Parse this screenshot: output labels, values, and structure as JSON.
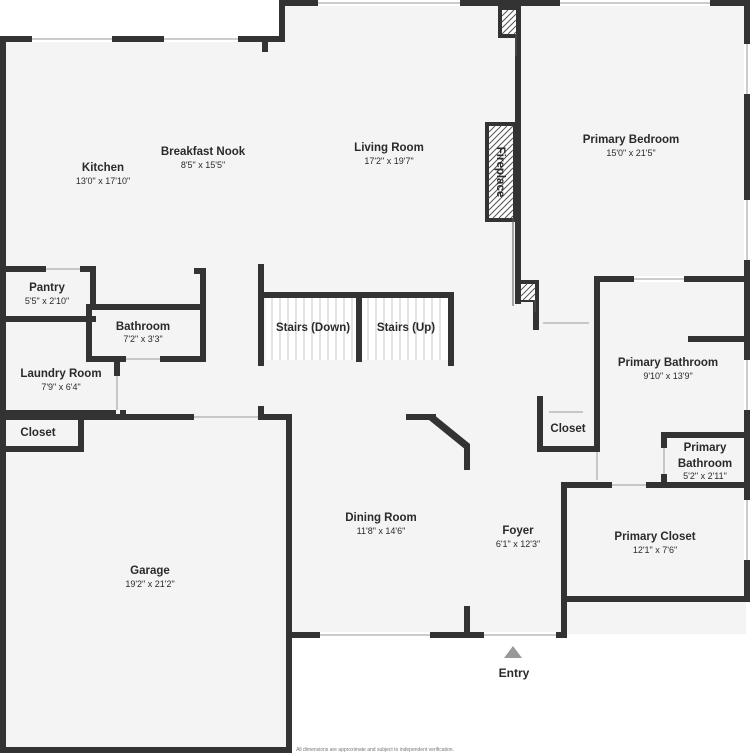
{
  "rooms": {
    "kitchen": {
      "name": "Kitchen",
      "dims": "13'0\" x 17'10\""
    },
    "breakfast_nook": {
      "name": "Breakfast Nook",
      "dims": "8'5\" x 15'5\""
    },
    "living_room": {
      "name": "Living Room",
      "dims": "17'2\" x 19'7\""
    },
    "primary_bedroom": {
      "name": "Primary Bedroom",
      "dims": "15'0\" x 21'5\""
    },
    "pantry": {
      "name": "Pantry",
      "dims": "5'5\" x 2'10\""
    },
    "bathroom": {
      "name": "Bathroom",
      "dims": "7'2\" x 3'3\""
    },
    "laundry_room": {
      "name": "Laundry Room",
      "dims": "7'9\" x 6'4\""
    },
    "closet_left": {
      "name": "Closet"
    },
    "stairs_down": {
      "name": "Stairs (Down)"
    },
    "stairs_up": {
      "name": "Stairs (Up)"
    },
    "closet_right": {
      "name": "Closet"
    },
    "primary_bathroom": {
      "name": "Primary Bathroom",
      "dims": "9'10\" x 13'9\""
    },
    "primary_bathroom_small": {
      "name_line1": "Primary",
      "name_line2": "Bathroom",
      "dims": "5'2\" x 2'11\""
    },
    "dining_room": {
      "name": "Dining Room",
      "dims": "11'8\" x 14'6\""
    },
    "foyer": {
      "name": "Foyer",
      "dims": "6'1\" x 12'3\""
    },
    "primary_closet": {
      "name": "Primary Closet",
      "dims": "12'1\" x 7'6\""
    },
    "garage": {
      "name": "Garage",
      "dims": "19'2\" x 21'2\""
    }
  },
  "fireplace_label": "Fireplace",
  "entry_label": "Entry",
  "disclaimer": "All dimensions are approximate and subject to independent verification.",
  "colors": {
    "wall": "#333333",
    "floor": "#f4f4f4",
    "entry_marker": "#999999",
    "text": "#2a2a2a"
  }
}
